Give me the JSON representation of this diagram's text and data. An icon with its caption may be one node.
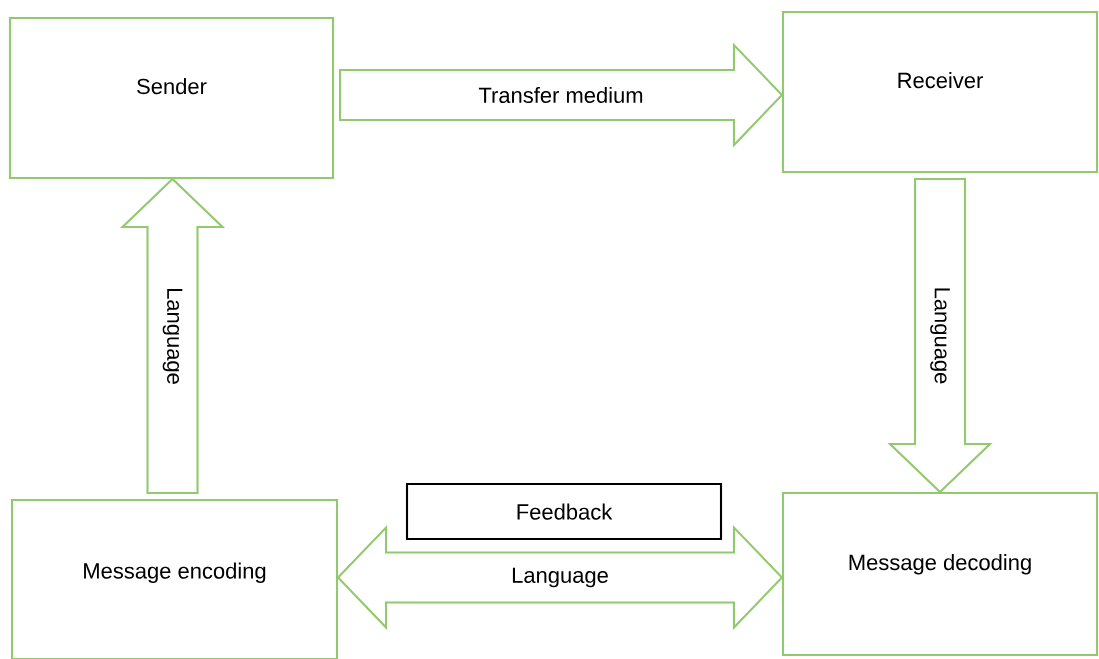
{
  "diagram": {
    "nodes": [
      {
        "text": [
          "Sender"
        ]
      },
      {
        "text": [
          "Receiver"
        ]
      },
      {
        "text": [
          "Feedback"
        ]
      },
      {
        "text": [
          "Message encoding"
        ]
      },
      {
        "text": [
          "Message decoding"
        ]
      }
    ],
    "edges": [
      {
        "from": 0,
        "to": 1,
        "arrow": "to",
        "label": "Transfer medium"
      },
      {
        "from": 1,
        "to": 4,
        "arrow": "to",
        "label": "Language"
      },
      {
        "from": 3,
        "to": 0,
        "arrow": "to",
        "label": "Language"
      },
      {
        "from": 3,
        "to": 4,
        "arrow": "both",
        "label": "Language"
      }
    ]
  }
}
